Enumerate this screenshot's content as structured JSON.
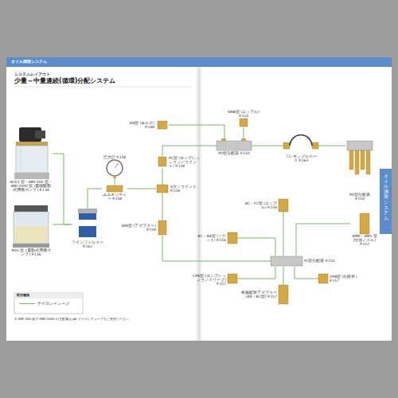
{
  "diagram": {
    "title": "少量～中量連続(循環)分配システム",
    "nodes": [
      {
        "text": [
          "ACE3 型・AMI-300 型・AMI-1000 型 (電磁駆動式潤滑ポンプ) P.134"
        ]
      },
      {
        "text": [
          "RGS 型 (電動式潤滑ポンプ) P.136"
        ]
      },
      {
        "text": [
          "ラインフィルター P.161"
        ]
      },
      {
        "text": [
          "圧力計 P.158"
        ]
      },
      {
        "text": [
          "ユニオンティー P.158"
        ]
      },
      {
        "text": [
          "4方ジョイント P.158"
        ]
      },
      {
        "text": [
          "PC型 (コンプレッションジョイント) P.158"
        ]
      },
      {
        "text": [
          "PD型分配器 P.150"
        ]
      },
      {
        "text": [
          "AN型 (エルボ) P.148"
        ]
      },
      {
        "text": [
          "HNB型 (ニップル) P.150"
        ]
      },
      {
        "text": [
          "フレキシブルホース P.163"
        ]
      },
      {
        "text": [
          "PD型分配器 P.150"
        ]
      },
      {
        "text": [
          "AMR・AMS 型 (注油ノズル) P.152"
        ]
      },
      {
        "text": [
          "APA型 (アダプター) P.158"
        ]
      },
      {
        "text": [
          "PL型分配器 P.150"
        ]
      },
      {
        "text": [
          "CPB型 (コンプレッションスリーブ) P.157"
        ]
      },
      {
        "text": [
          "BC・FC型 (ニップル) P.156"
        ]
      },
      {
        "text": [
          "BC・BA型 (ソケット) P.156"
        ]
      },
      {
        "text": [
          "各種配管アダプター (AN・BC型) P.157"
        ]
      },
      {
        "text": [
          "DPB型 (分岐管) P.157"
        ]
      }
    ],
    "edges": [
      {
        "from": 0,
        "to": 2,
        "arrow": "none"
      },
      {
        "from": 1,
        "to": 2,
        "arrow": "none"
      },
      {
        "from": 2,
        "to": 4,
        "arrow": "none"
      },
      {
        "from": 4,
        "to": 3,
        "arrow": "none"
      },
      {
        "from": 4,
        "to": 5,
        "arrow": "none"
      },
      {
        "from": 5,
        "to": 6,
        "arrow": "none"
      },
      {
        "from": 6,
        "to": 7,
        "arrow": "none"
      },
      {
        "from": 7,
        "to": 8,
        "arrow": "none"
      },
      {
        "from": 7,
        "to": 9,
        "arrow": "none"
      },
      {
        "from": 7,
        "to": 10,
        "arrow": "none"
      },
      {
        "from": 10,
        "to": 11,
        "arrow": "none"
      },
      {
        "from": 5,
        "to": 13,
        "arrow": "none"
      },
      {
        "from": 13,
        "to": 14,
        "arrow": "none"
      },
      {
        "from": 14,
        "to": 15,
        "arrow": "none"
      },
      {
        "from": 14,
        "to": 16,
        "arrow": "none"
      },
      {
        "from": 14,
        "to": 17,
        "arrow": "none"
      },
      {
        "from": 14,
        "to": 18,
        "arrow": "none"
      },
      {
        "from": 14,
        "to": 19,
        "arrow": "none"
      },
      {
        "from": 14,
        "to": 12,
        "arrow": "none"
      }
    ],
    "labels": [
      "オイル潤滑システム",
      "システムレイアウト",
      "オイル潤滑システム",
      "配管種類",
      "※ AMI-300 及び AMI-1000 の主配管は φ6 ナイロンチューブをご使用ください。"
    ],
    "legend": [
      {
        "text": "ナイロンチューブ"
      }
    ]
  }
}
